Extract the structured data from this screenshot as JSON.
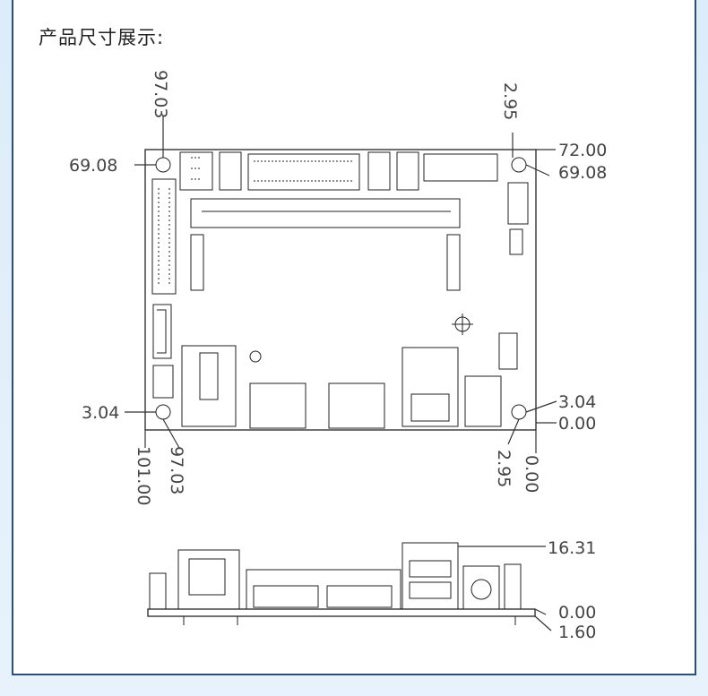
{
  "heading": "产品尺寸展示:",
  "top_view": {
    "dims": {
      "top_left_vertical": "97.03",
      "top_right_vertical": "2.95",
      "left_top": "69.08",
      "right_top_a": "72.00",
      "right_top_b": "69.08",
      "left_bottom": "3.04",
      "right_bottom_a": "3.04",
      "right_bottom_b": "0.00",
      "bottom_left_a": "101.00",
      "bottom_left_b": "97.03",
      "bottom_right_a": "2.95",
      "bottom_right_b": "0.00"
    }
  },
  "side_view": {
    "dims": {
      "height": "16.31",
      "base": "0.00",
      "thickness": "1.60"
    }
  }
}
